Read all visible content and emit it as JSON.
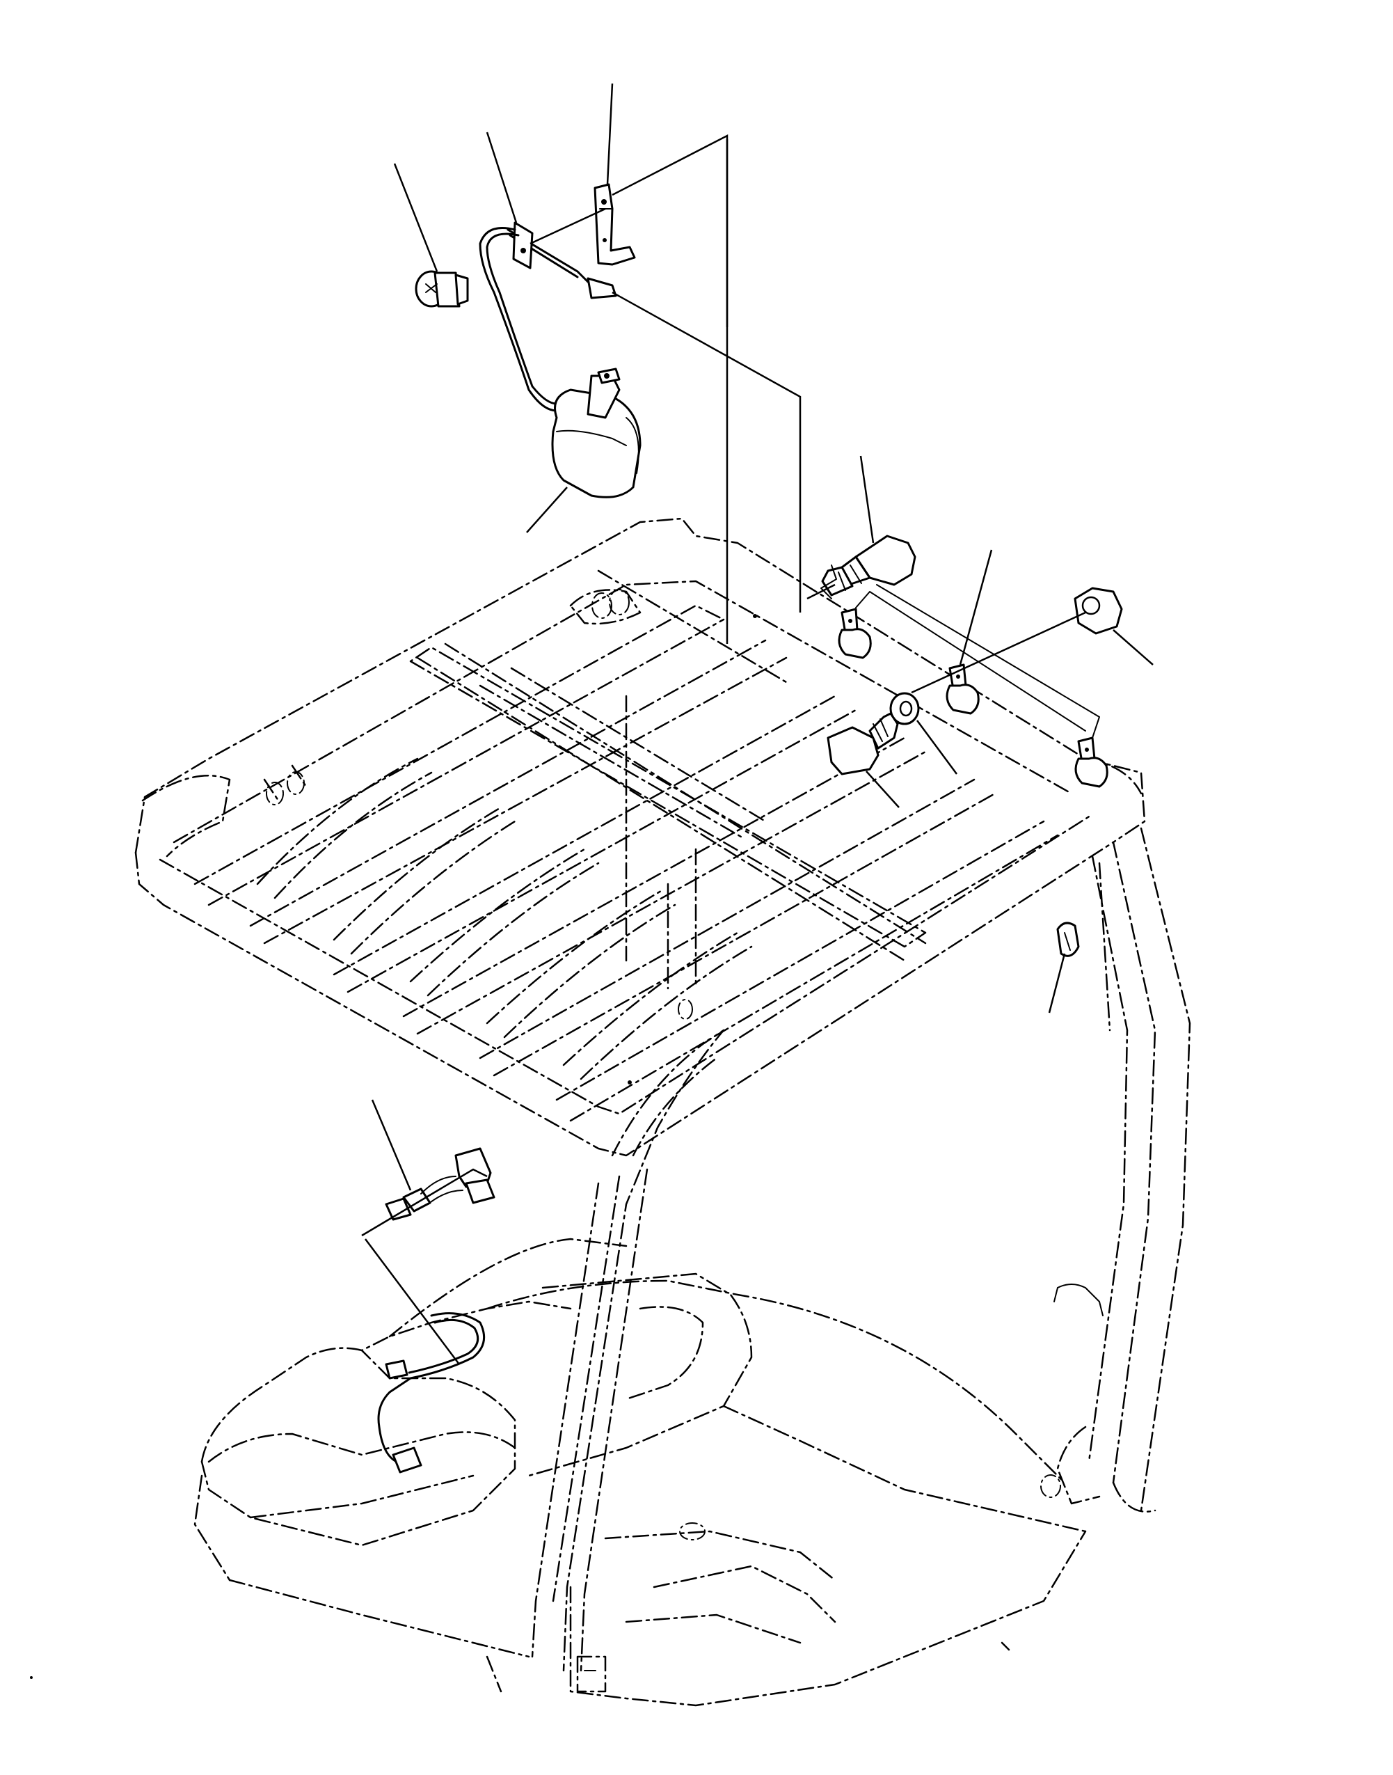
{
  "diagram": {
    "parts": [
      {
        "id": "bracket",
        "icon": "bracket-icon"
      },
      {
        "id": "harness",
        "icon": "wire-harness-icon"
      },
      {
        "id": "mounting-bolt",
        "icon": "bolt-icon"
      },
      {
        "id": "work-lamp",
        "icon": "lamp-icon"
      },
      {
        "id": "bolt-upper",
        "icon": "bolt-icon"
      },
      {
        "id": "clamp-set",
        "icon": "clamp-icon"
      },
      {
        "id": "nut",
        "icon": "nut-icon"
      },
      {
        "id": "washer",
        "icon": "washer-icon"
      },
      {
        "id": "bolt-lower",
        "icon": "bolt-icon"
      },
      {
        "id": "grommet",
        "icon": "grommet-icon"
      },
      {
        "id": "connector",
        "icon": "connector-icon"
      }
    ]
  }
}
